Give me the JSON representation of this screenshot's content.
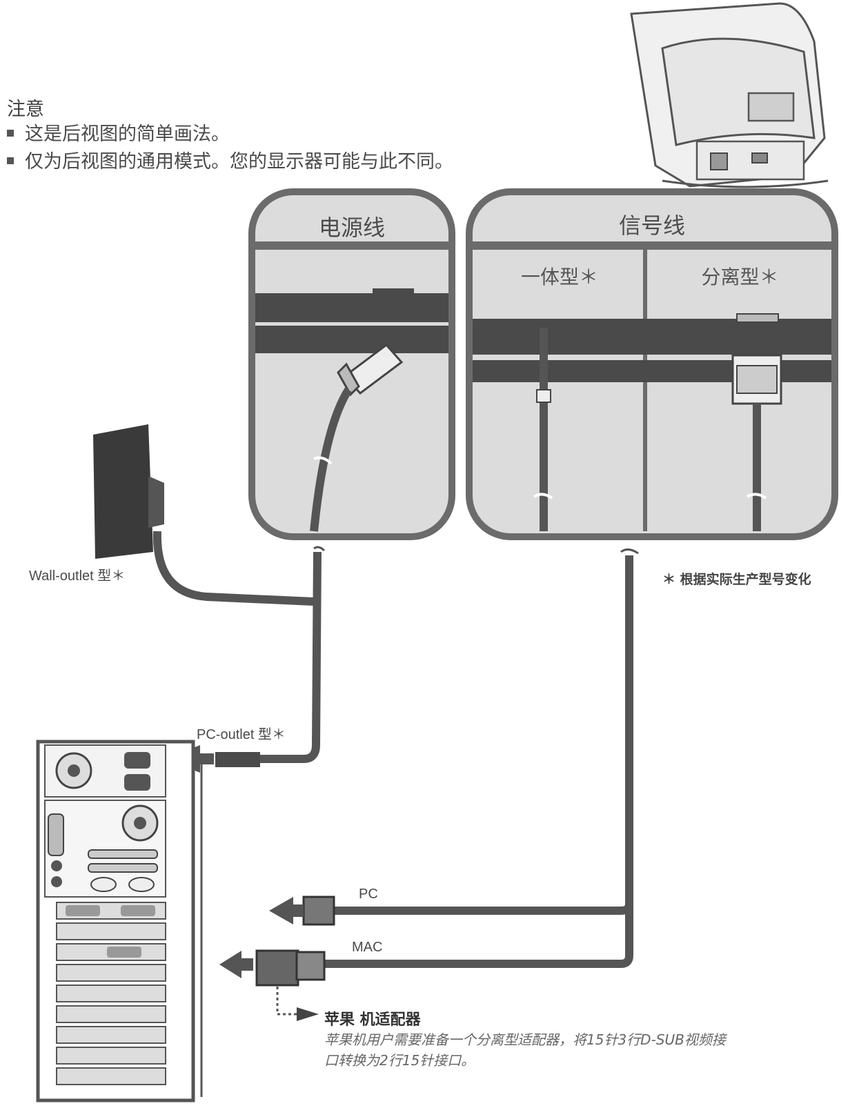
{
  "note": {
    "title": "注意",
    "items": [
      "这是后视图的简单画法。",
      "仅为后视图的通用模式。您的显示器可能与此不同。"
    ]
  },
  "panels": {
    "power": {
      "title": "电源线"
    },
    "signal": {
      "title": "信号线",
      "integrated": "一体型＊",
      "detachable": "分离型＊"
    }
  },
  "labels": {
    "wall_outlet": "Wall-outlet 型＊",
    "pc_outlet": "PC-outlet 型＊",
    "footnote": "＊  根据实际生产型号变化",
    "pc": "PC",
    "mac": "MAC"
  },
  "adapter": {
    "title": "苹果 机适配器",
    "description": "苹果机用户需要准备一个分离型适配器，将15针3行D-SUB视频接口转换为2行15针接口。"
  },
  "colors": {
    "cable": "#555555",
    "panel_fill": "#d9d9d9",
    "panel_border": "#6b6b6b",
    "band": "#4a4a4a"
  }
}
